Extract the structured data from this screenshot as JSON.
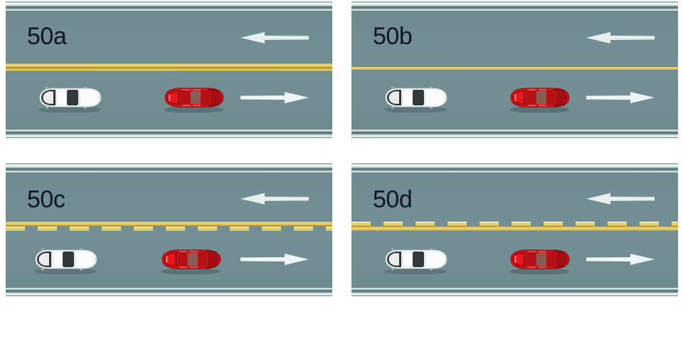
{
  "figure": {
    "background_color": "#ffffff",
    "road_color": "#718d92",
    "line_color": "#e2ca66",
    "label_color": "#10161f"
  },
  "panels": [
    {
      "id": "50a",
      "label": "50a",
      "marking_type": "double-solid-yellow",
      "marking_description": "Double solid yellow centre line",
      "upper_lane": {
        "arrow": "left-arrow",
        "direction": "left"
      },
      "lower_lane": {
        "arrow": "right-arrow",
        "direction": "right",
        "vehicles": [
          {
            "name": "white-car",
            "color": "#f4f5f6",
            "heading": "right"
          },
          {
            "name": "red-car",
            "color": "#d81217",
            "heading": "right"
          }
        ]
      }
    },
    {
      "id": "50b",
      "label": "50b",
      "marking_type": "single-solid-yellow",
      "marking_description": "Single solid yellow centre line",
      "upper_lane": {
        "arrow": "left-arrow",
        "direction": "left"
      },
      "lower_lane": {
        "arrow": "right-arrow",
        "direction": "right",
        "vehicles": [
          {
            "name": "white-car",
            "color": "#f4f5f6",
            "heading": "right"
          },
          {
            "name": "red-car",
            "color": "#d81217",
            "heading": "right"
          }
        ]
      }
    },
    {
      "id": "50c",
      "label": "50c",
      "marking_type": "solid-over-dashed-yellow",
      "marking_description": "Solid yellow line above, broken yellow line below",
      "upper_lane": {
        "arrow": "left-arrow",
        "direction": "left"
      },
      "lower_lane": {
        "arrow": "right-arrow",
        "direction": "right",
        "vehicles": [
          {
            "name": "white-car",
            "color": "#f4f5f6",
            "heading": "right"
          },
          {
            "name": "red-car",
            "color": "#d81217",
            "heading": "right"
          }
        ]
      }
    },
    {
      "id": "50d",
      "label": "50d",
      "marking_type": "dashed-over-solid-yellow",
      "marking_description": "Broken yellow line above, solid yellow line below",
      "upper_lane": {
        "arrow": "left-arrow",
        "direction": "left"
      },
      "lower_lane": {
        "arrow": "right-arrow",
        "direction": "right",
        "vehicles": [
          {
            "name": "white-car",
            "color": "#f4f5f6",
            "heading": "right"
          },
          {
            "name": "red-car",
            "color": "#d81217",
            "heading": "right"
          }
        ]
      }
    }
  ]
}
